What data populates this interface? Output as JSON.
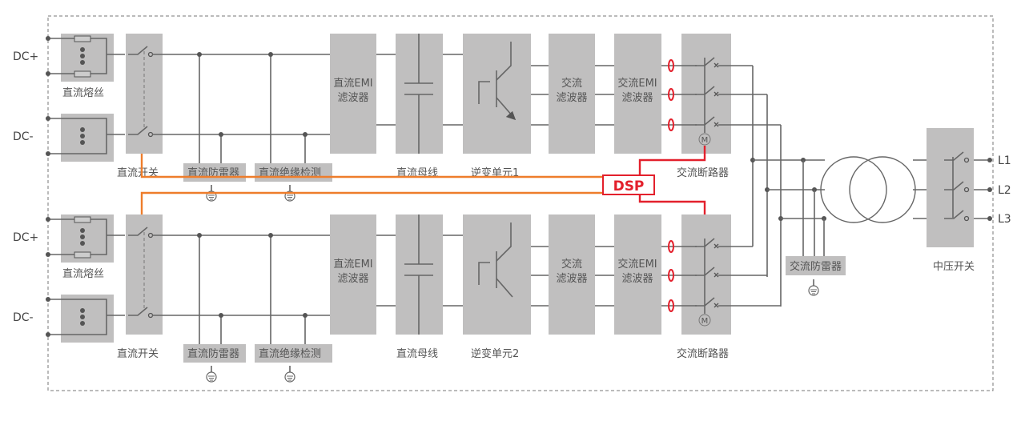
{
  "inputs": {
    "dc_plus": "DC+",
    "dc_minus": "DC-"
  },
  "groups": [
    {
      "fuse": "直流熔丝",
      "dc_switch": "直流开关",
      "dc_spd": "直流防雷器",
      "insulation": "直流绝缘检测",
      "dc_emi_1": "直流EMI",
      "dc_emi_2": "滤波器",
      "dc_bus": "直流母线",
      "inverter": "逆变单元1",
      "ac_filter_1": "交流",
      "ac_filter_2": "滤波器",
      "ac_emi_1": "交流EMI",
      "ac_emi_2": "滤波器",
      "ac_breaker": "交流断路器",
      "motor": "M"
    },
    {
      "fuse": "直流熔丝",
      "dc_switch": "直流开关",
      "dc_spd": "直流防雷器",
      "insulation": "直流绝缘检测",
      "dc_emi_1": "直流EMI",
      "dc_emi_2": "滤波器",
      "dc_bus": "直流母线",
      "inverter": "逆变单元2",
      "ac_filter_1": "交流",
      "ac_filter_2": "滤波器",
      "ac_emi_1": "交流EMI",
      "ac_emi_2": "滤波器",
      "ac_breaker": "交流断路器",
      "motor": "M"
    }
  ],
  "dsp": "DSP",
  "ac_spd": "交流防雷器",
  "mv_switch": "中压开关",
  "outputs": [
    "L1",
    "L2",
    "L3"
  ],
  "colors": {
    "block": "#c0bfbf",
    "control": "#e3202c",
    "signal": "#ee7d2b"
  }
}
